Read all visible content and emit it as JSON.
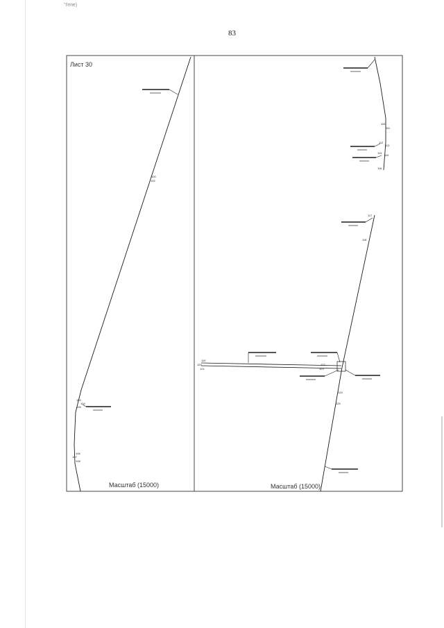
{
  "page": {
    "corner_mark": "''ѓепе)",
    "number": "83"
  },
  "left_panel": {
    "sheet_label": "Лист 30",
    "scale_label": "Масштаб (15000)",
    "point_labels": [
      "100",
      "102",
      "103",
      "104",
      "105",
      "106",
      "107",
      "108"
    ]
  },
  "right_panel": {
    "scale_label": "Масштаб (15000)",
    "point_labels": [
      "110",
      "111",
      "112",
      "113",
      "114",
      "115",
      "116",
      "117",
      "118",
      "119",
      "120",
      "121",
      "122",
      "123",
      "124",
      "125"
    ]
  },
  "colors": {
    "ink": "#1a1a1a",
    "frame": "#444444",
    "page": "#ffffff"
  }
}
